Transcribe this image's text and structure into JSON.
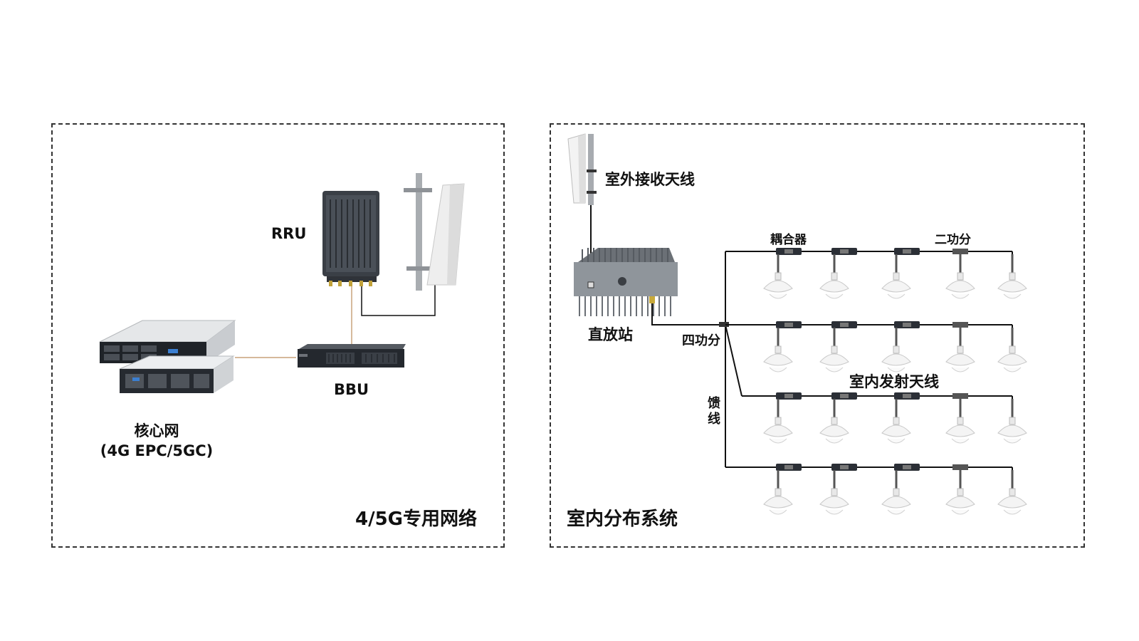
{
  "left_panel": {
    "title": "4/5G专用网络",
    "rru_label": "RRU",
    "bbu_label": "BBU",
    "core_label_line1": "核心网",
    "core_label_line2": "(4G EPC/5GC)"
  },
  "right_panel": {
    "title": "室内分布系统",
    "outdoor_antenna_label": "室外接收天线",
    "repeater_label": "直放站",
    "four_way_splitter_label": "四功分",
    "feeder_label_chars": [
      "馈",
      "线"
    ],
    "coupler_label": "耦合器",
    "two_way_splitter_label": "二功分",
    "indoor_antenna_label": "室内发射天线"
  },
  "colors": {
    "dashed_border": "#333333",
    "link_line": "#c9a27a",
    "feeder_line": "#111111",
    "device_dark": "#2b2f36",
    "server_silver": "#d9dcdf",
    "antenna_white": "#f2f2f2"
  },
  "icons": [
    "rru-unit-icon",
    "panel-antenna-icon",
    "bbu-unit-icon",
    "server-rack-icon",
    "repeater-icon",
    "outdoor-antenna-icon",
    "coupler-icon",
    "ceiling-antenna-icon"
  ]
}
